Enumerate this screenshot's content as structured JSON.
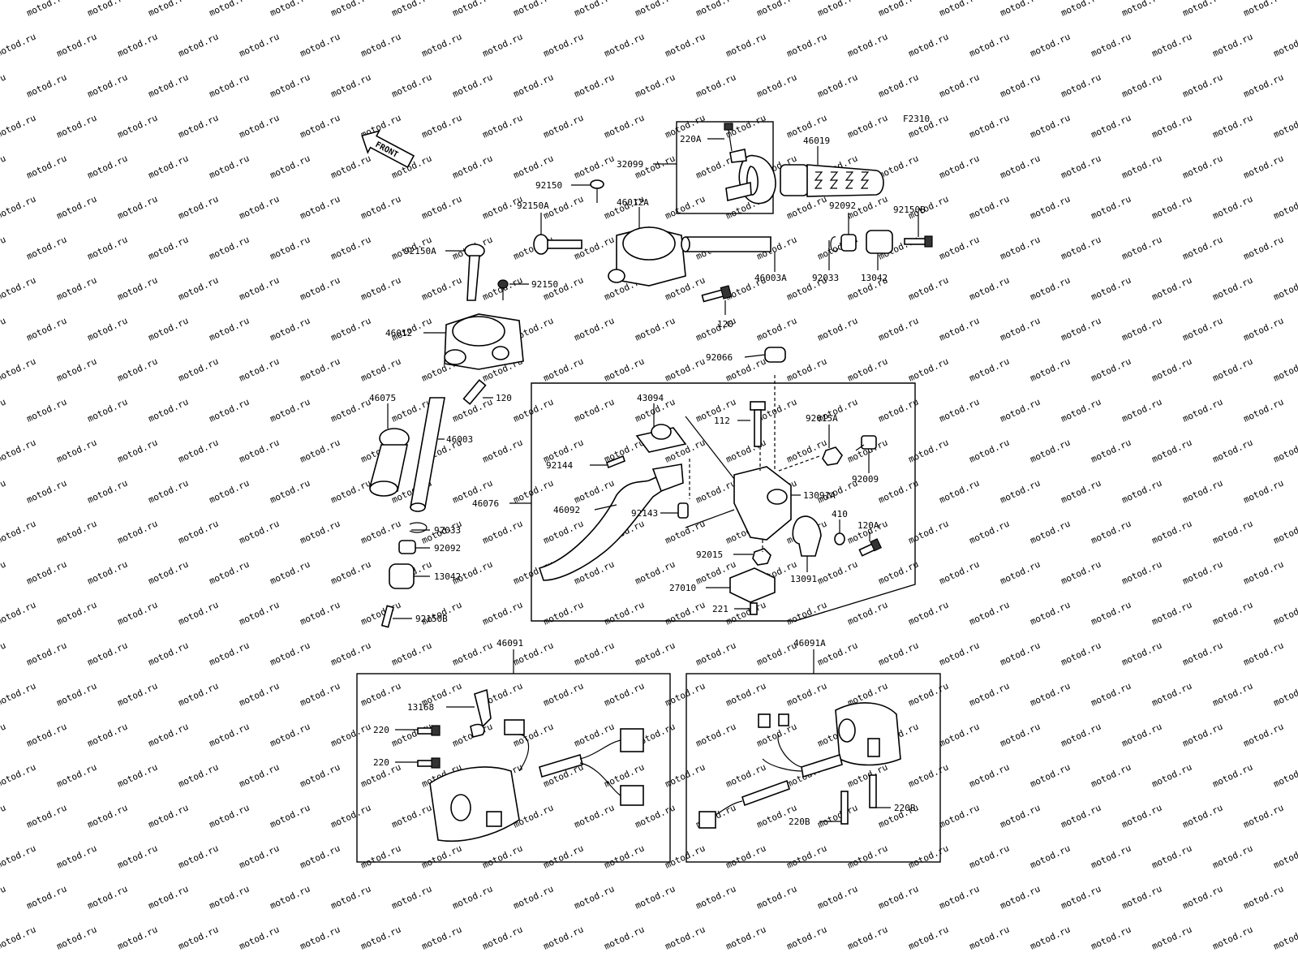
{
  "diagram": {
    "code": "F2310",
    "front_label": "FRONT",
    "watermark": "motod.ru",
    "labels": {
      "l220A": "220A",
      "l32099": "32099",
      "l46019": "46019",
      "l92150_top": "92150",
      "l92150A_top": "92150A",
      "l46012A": "46012A",
      "l92092_top": "92092",
      "l92150B_top": "92150B",
      "l92150A_left": "92150A",
      "l92150_mid": "92150",
      "l46003A": "46003A",
      "l92033_top": "92033",
      "l13042_top": "13042",
      "l120_top": "120",
      "l46012": "46012",
      "l92066": "92066",
      "l120_mid": "120",
      "l46075": "46075",
      "l43094": "43094",
      "l112": "112",
      "l92015A": "92015A",
      "l46003": "46003",
      "l92144": "92144",
      "l92009": "92009",
      "l46076": "46076",
      "l13091A": "13091A",
      "l46092": "46092",
      "l92143": "92143",
      "l410": "410",
      "l120A": "120A",
      "l92033_bot": "92033",
      "l92015": "92015",
      "l92092_bot": "92092",
      "l13091": "13091",
      "l13042_bot": "13042",
      "l27010": "27010",
      "l221": "221",
      "l92150B_bot": "92150B",
      "l46091": "46091",
      "l46091A": "46091A",
      "l13168": "13168",
      "l220_a": "220",
      "l220_b": "220",
      "l220B_a": "220B",
      "l220B_b": "220B"
    }
  }
}
